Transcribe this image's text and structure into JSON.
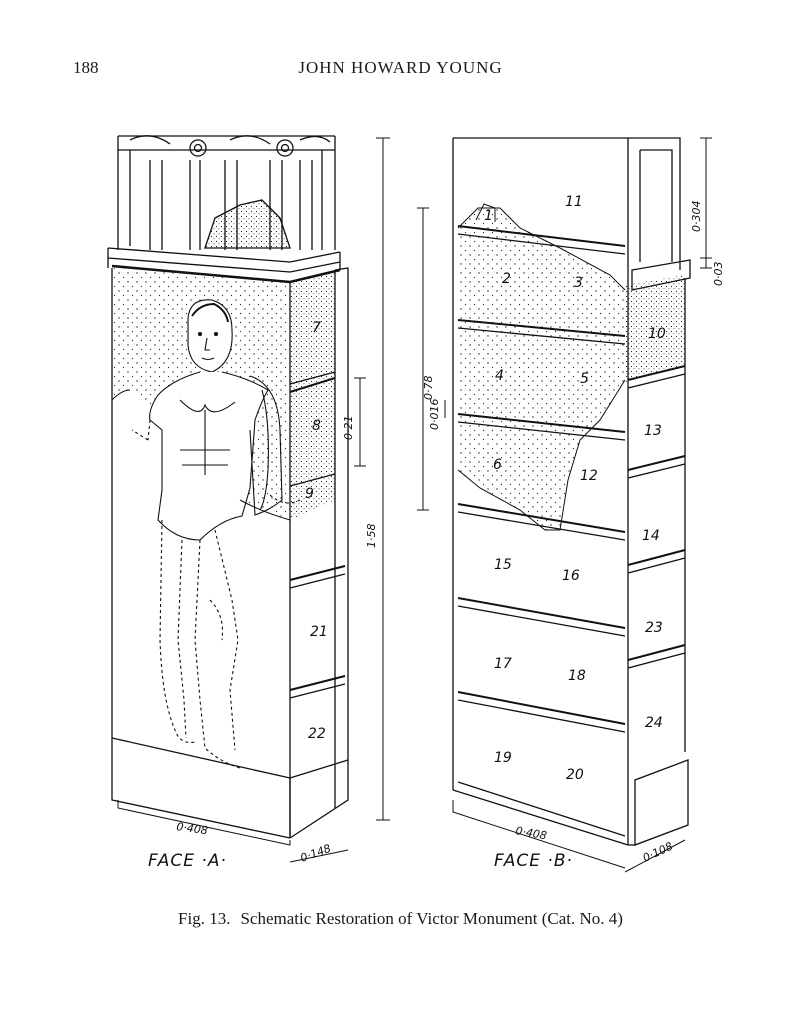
{
  "header": {
    "page_number": "188",
    "running_title": "JOHN HOWARD YOUNG"
  },
  "figure": {
    "face_a": {
      "label": "FACE ·A·",
      "block_numbers": [
        "7",
        "8",
        "9",
        "21",
        "22"
      ],
      "measurements": {
        "width": "0·408",
        "depth": "0·148",
        "height": "1·58",
        "block_height": "0·21"
      }
    },
    "face_b": {
      "label": "FACE ·B·",
      "block_numbers": [
        "11",
        "1",
        "2",
        "3",
        "4",
        "5",
        "6",
        "12",
        "10",
        "13",
        "14",
        "15",
        "16",
        "23",
        "17",
        "18",
        "24",
        "19",
        "20"
      ],
      "measurements": {
        "width": "0·408",
        "depth": "0·108",
        "top_height": "0·304",
        "ledge": "0·03",
        "upper_height": "0·78",
        "small_gap": "0·016"
      }
    }
  },
  "caption": {
    "label": "Fig. 13.",
    "text": "Schematic Restoration of Victor Monument (Cat. No. 4)"
  }
}
